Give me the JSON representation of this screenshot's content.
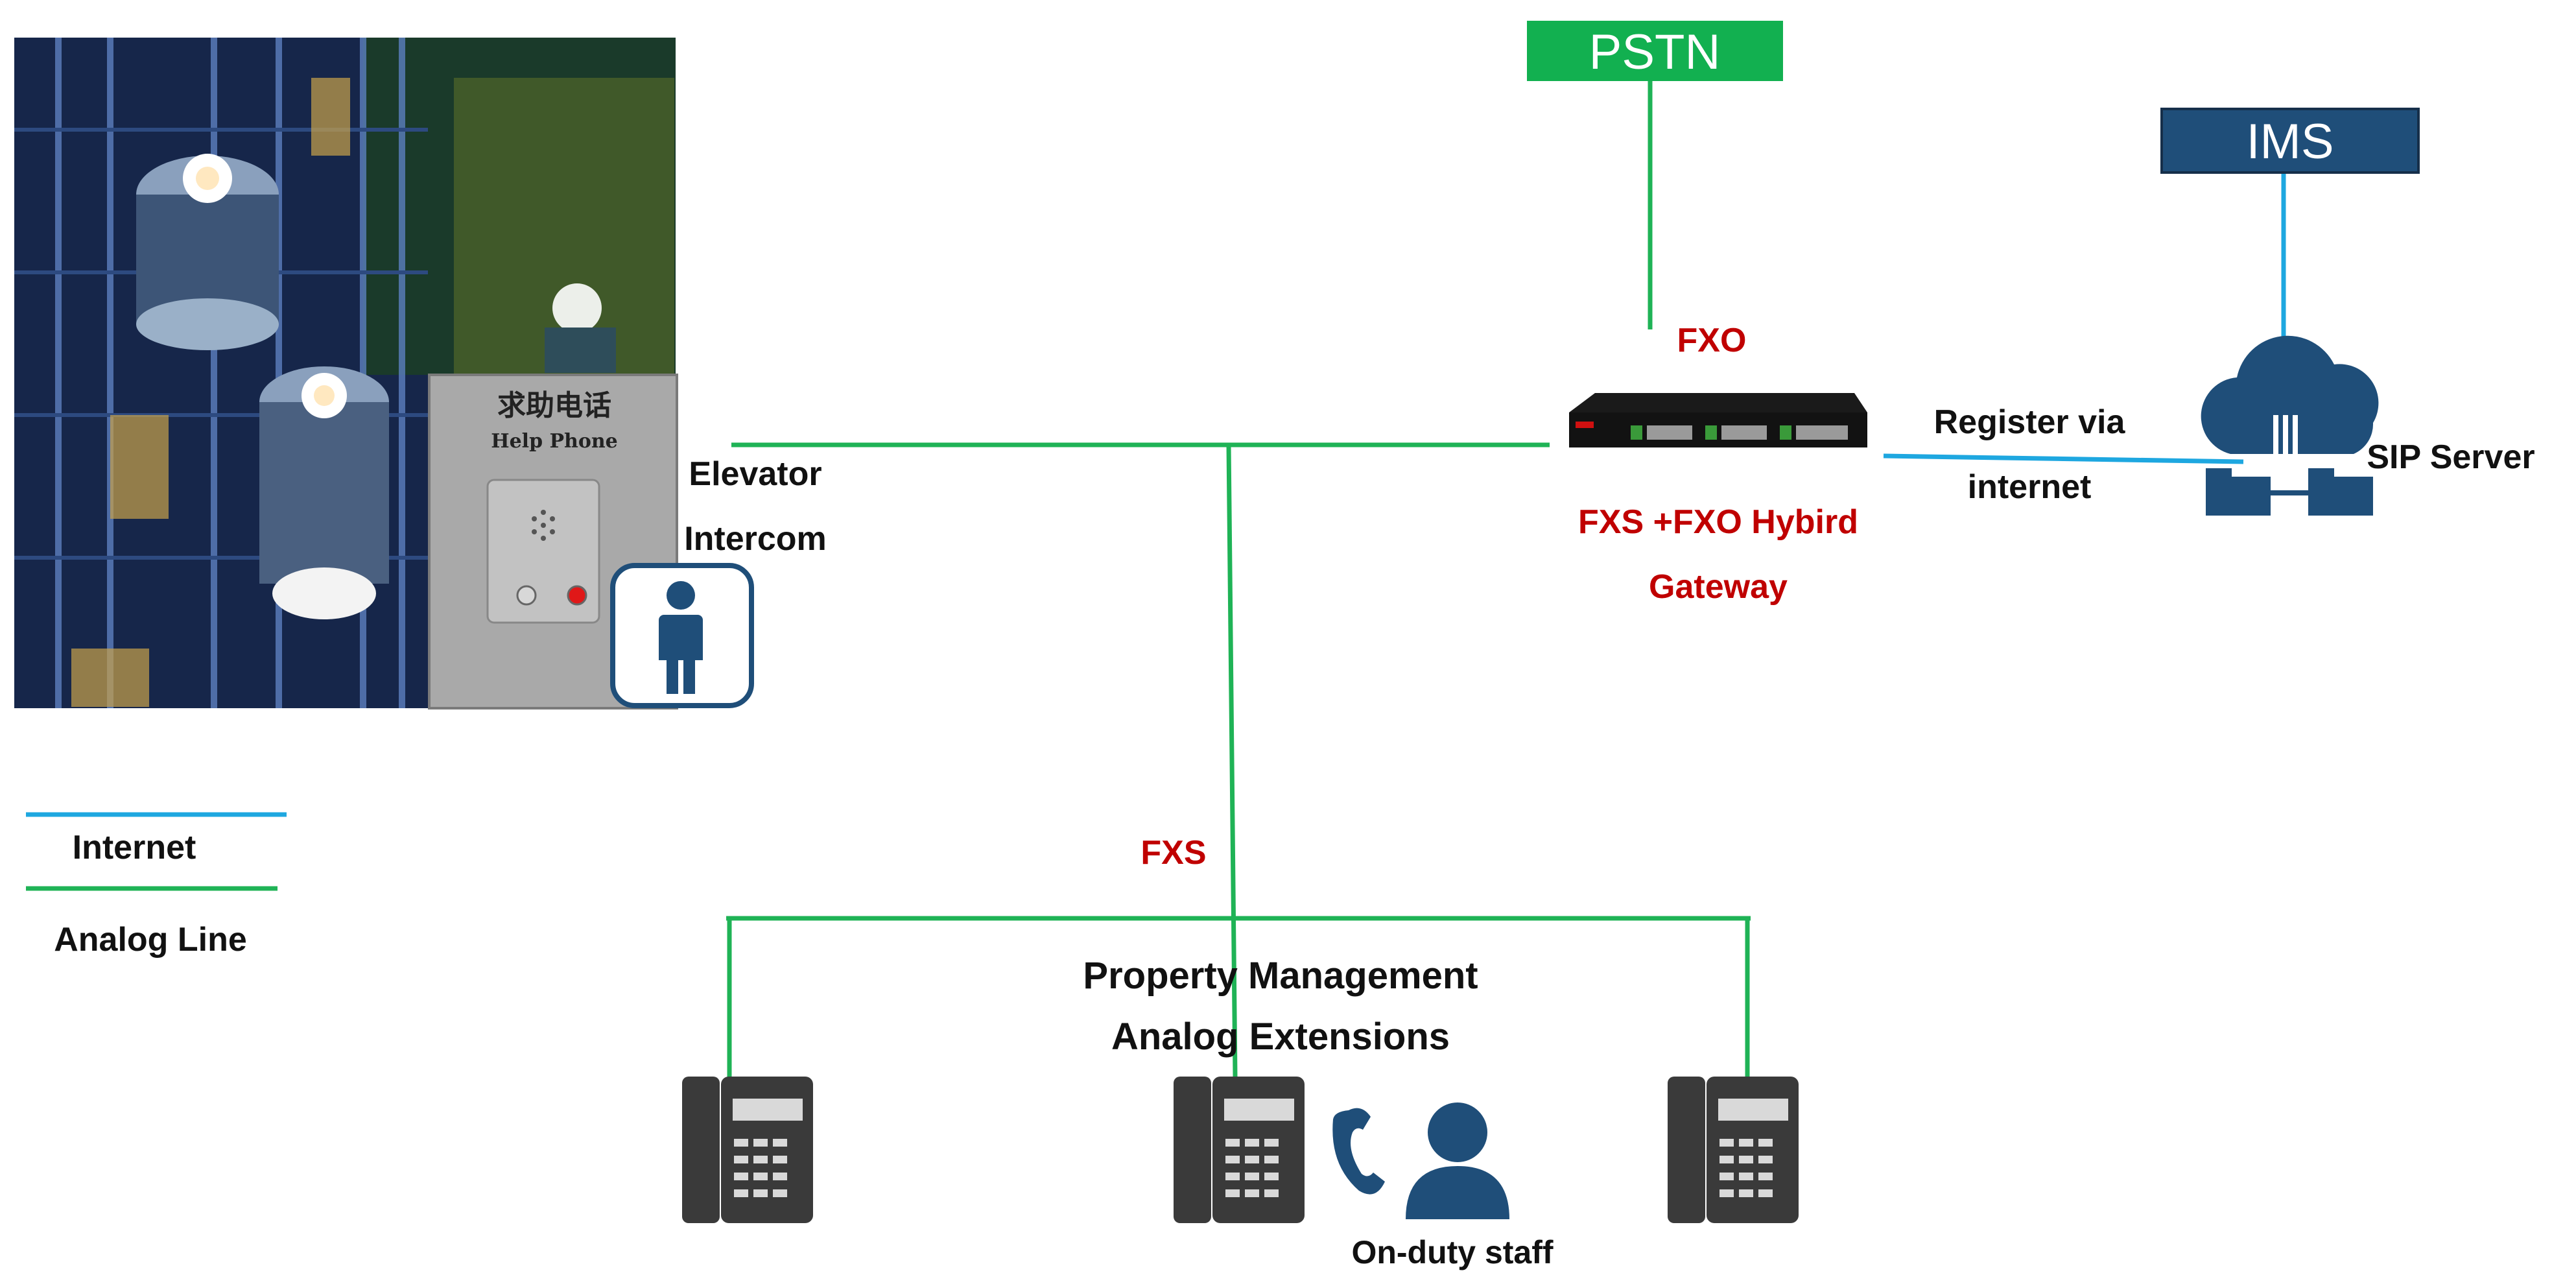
{
  "colors": {
    "analog_line": "#1fb356",
    "internet_line": "#1ea7e0",
    "pstn_box": "#12b050",
    "ims_box": "#1f4e79",
    "red_text": "#c00000",
    "icon_blue": "#1f4e79",
    "phone_body": "#3a3a3a"
  },
  "nodes": {
    "pstn": "PSTN",
    "ims": "IMS",
    "gateway_port_fxo": "FXO",
    "gateway_name_1": "FXS +FXO Hybird",
    "gateway_name_2": "Gateway",
    "register_1": "Register via",
    "register_2": "internet",
    "sip_server": "SIP Server",
    "elevator_1": "Elevator",
    "elevator_2": "Intercom",
    "fxs": "FXS",
    "extensions_1": "Property Management",
    "extensions_2": "Analog Extensions",
    "staff": "On-duty staff"
  },
  "photo": {
    "sign_cn": "求助电话",
    "sign_en": "Help Phone"
  },
  "legend": {
    "internet": "Internet",
    "analog": "Analog Line"
  },
  "icons": {
    "gateway": "gateway-device-icon",
    "cloud": "cloud-server-icon",
    "person": "person-icon",
    "phone": "desk-phone-icon",
    "operator": "operator-icon"
  }
}
